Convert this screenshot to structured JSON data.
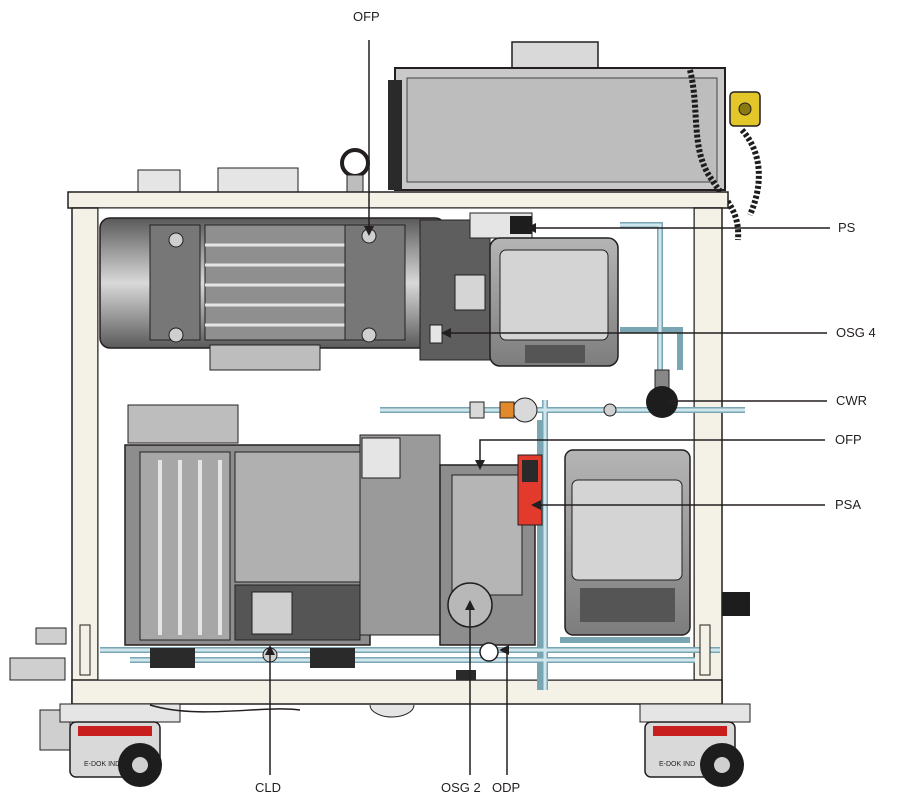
{
  "labels": {
    "ofp_top": "OFP",
    "ps": "PS",
    "osg4": "OSG 4",
    "cwr": "CWR",
    "ofp_right": "OFP",
    "psa": "PSA",
    "cld": "CLD",
    "osg2": "OSG 2",
    "odp": "ODP"
  },
  "wheel_plates": {
    "left": "E-DOK IND",
    "right": "E-DOK IND"
  },
  "colors": {
    "frame": "#f4f1e6",
    "outline": "#231f20",
    "pump_grey": "#9a9a9a",
    "pipe_blue": "#cfe6ec",
    "pressure_red": "#e23a2c",
    "caster_red": "#c81e1e",
    "yellow_box": "#e3c72a"
  }
}
